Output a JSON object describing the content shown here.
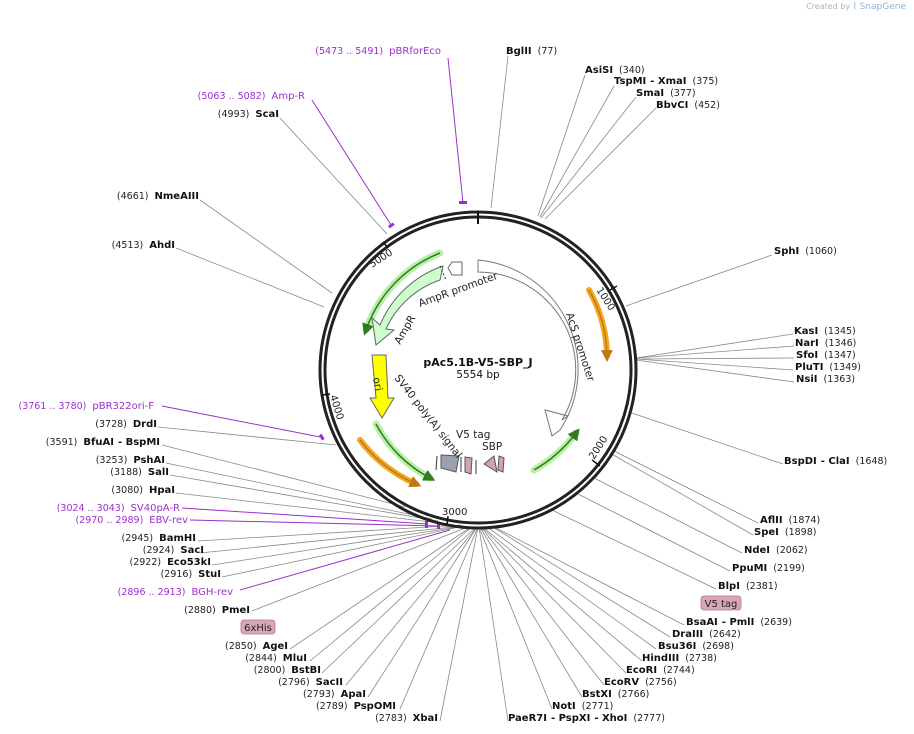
{
  "credit": {
    "text": "Created by",
    "brand": "SnapGene"
  },
  "plasmid": {
    "name": "pAc5.1B-V5-SBP_J",
    "length": "5554 bp",
    "total_bp": 5554
  },
  "ticks": [
    "1000",
    "2000",
    "3000",
    "4000",
    "5000"
  ],
  "features": [
    {
      "label": "AcS promoter",
      "color": "#ffffff",
      "stroke": "#666666"
    },
    {
      "label": "V5 tag",
      "color": "#d4a0b5"
    },
    {
      "label": "SBP",
      "color": "#d4a0b5"
    },
    {
      "label": "SV40 poly(A) signal",
      "color": "#9aa3ad"
    },
    {
      "label": "ori",
      "color": "#ffff00"
    },
    {
      "label": "AmpR",
      "color": "#ccffcc"
    },
    {
      "label": "AmpR promoter",
      "color": "#ffffff"
    }
  ],
  "sites": [
    {
      "name": "BglII",
      "pos": "(77)"
    },
    {
      "name": "AsiSI",
      "pos": "(340)"
    },
    {
      "name": "TspMI",
      "name2": "XmaI",
      "pos": "(375)"
    },
    {
      "name": "SmaI",
      "pos": "(377)"
    },
    {
      "name": "BbvCI",
      "pos": "(452)"
    },
    {
      "name": "SphI",
      "pos": "(1060)"
    },
    {
      "name": "KasI",
      "pos": "(1345)"
    },
    {
      "name": "NarI",
      "pos": "(1346)"
    },
    {
      "name": "SfoI",
      "pos": "(1347)"
    },
    {
      "name": "PluTI",
      "pos": "(1349)"
    },
    {
      "name": "NsiI",
      "pos": "(1363)"
    },
    {
      "name": "BspDI",
      "name2": "ClaI",
      "pos": "(1648)"
    },
    {
      "name": "AflII",
      "pos": "(1874)"
    },
    {
      "name": "SpeI",
      "pos": "(1898)"
    },
    {
      "name": "NdeI",
      "pos": "(2062)"
    },
    {
      "name": "PpuMI",
      "pos": "(2199)"
    },
    {
      "name": "BlpI",
      "pos": "(2381)"
    },
    {
      "name": "BsaAI",
      "name2": "PmlI",
      "pos": "(2639)"
    },
    {
      "name": "DraIII",
      "pos": "(2642)"
    },
    {
      "name": "Bsu36I",
      "pos": "(2698)"
    },
    {
      "name": "HindIII",
      "pos": "(2738)"
    },
    {
      "name": "EcoRI",
      "pos": "(2744)"
    },
    {
      "name": "EcoRV",
      "pos": "(2756)"
    },
    {
      "name": "BstXI",
      "pos": "(2766)"
    },
    {
      "name": "NotI",
      "pos": "(2771)"
    },
    {
      "name": "PaeR7I",
      "name2": "PspXI",
      "name3": "XhoI",
      "pos": "(2777)"
    },
    {
      "name": "XbaI",
      "pos": "(2783)"
    },
    {
      "name": "PspOMI",
      "pos": "(2789)"
    },
    {
      "name": "ApaI",
      "pos": "(2793)"
    },
    {
      "name": "SacII",
      "pos": "(2796)"
    },
    {
      "name": "BstBI",
      "pos": "(2800)"
    },
    {
      "name": "MluI",
      "pos": "(2844)"
    },
    {
      "name": "AgeI",
      "pos": "(2850)"
    },
    {
      "name": "PmeI",
      "pos": "(2880)"
    },
    {
      "name": "StuI",
      "pos": "(2916)"
    },
    {
      "name": "Eco53kI",
      "pos": "(2922)"
    },
    {
      "name": "SacI",
      "pos": "(2924)"
    },
    {
      "name": "BamHI",
      "pos": "(2945)"
    },
    {
      "name": "HpaI",
      "pos": "(3080)"
    },
    {
      "name": "SalI",
      "pos": "(3188)"
    },
    {
      "name": "PshAI",
      "pos": "(3253)"
    },
    {
      "name": "BfuAI",
      "name2": "BspMI",
      "pos": "(3591)"
    },
    {
      "name": "DrdI",
      "pos": "(3728)"
    },
    {
      "name": "AhdI",
      "pos": "(4513)"
    },
    {
      "name": "NmeAIII",
      "pos": "(4661)"
    },
    {
      "name": "ScaI",
      "pos": "(4993)"
    }
  ],
  "primers": [
    {
      "range": "(5473 .. 5491)",
      "name": "pBRforEco"
    },
    {
      "range": "(5063 .. 5082)",
      "name": "Amp-R"
    },
    {
      "range": "(3761 .. 3780)",
      "name": "pBR322ori-F"
    },
    {
      "range": "(3024 .. 3043)",
      "name": "SV40pA-R"
    },
    {
      "range": "(2970 .. 2989)",
      "name": "EBV-rev"
    },
    {
      "range": "(2896 .. 2913)",
      "name": "BGH-rev"
    }
  ],
  "tags": [
    {
      "label": "V5 tag",
      "color": "#d9a6b9"
    },
    {
      "label": "6xHis",
      "color": "#d9a6b9"
    }
  ],
  "colors": {
    "backbone": "#222222",
    "primer": "#9b30c9",
    "leader": "#888888",
    "orange": "#f5a623",
    "green": "#66cc66"
  }
}
